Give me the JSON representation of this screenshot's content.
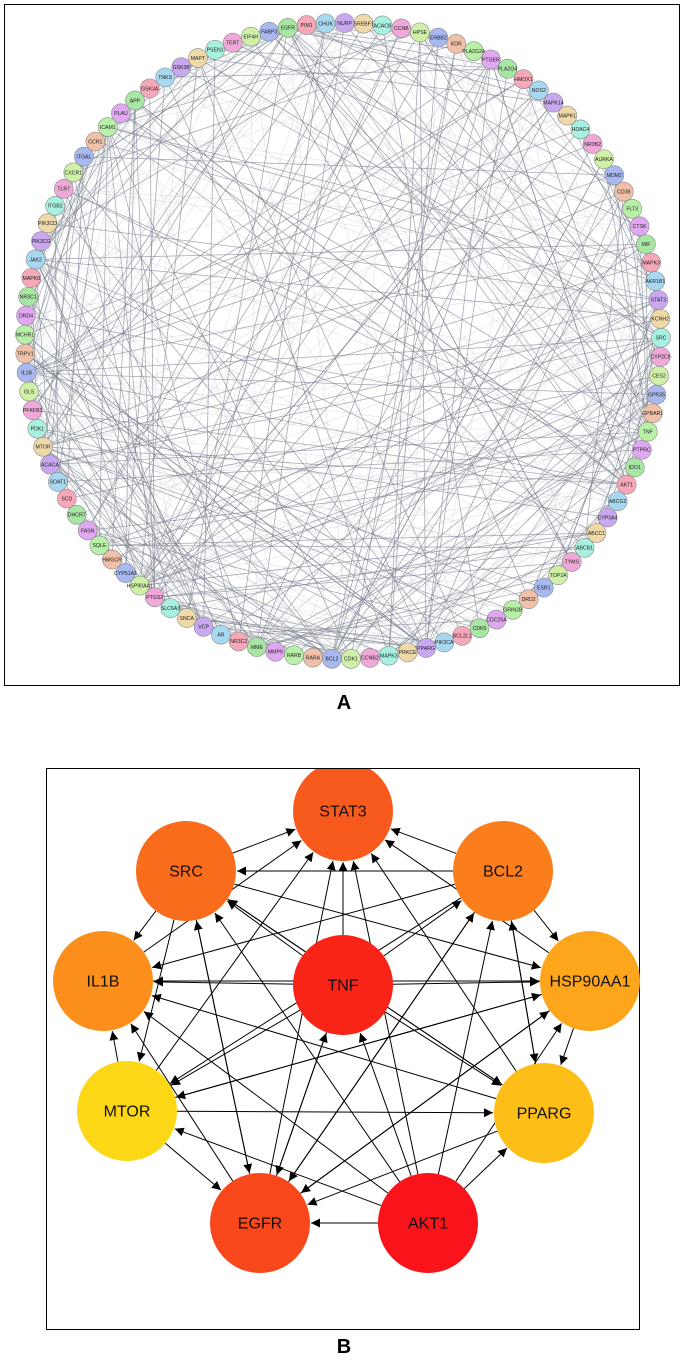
{
  "panel_labels": {
    "a": "A",
    "b": "B"
  },
  "network_a": {
    "nodes": [
      "EGFR",
      "PIM1",
      "CHUK",
      "NURP",
      "SREBF1",
      "ACACB",
      "CCNB",
      "HPSE",
      "ERBB2",
      "KDR",
      "PLA2G2A",
      "PTGER",
      "PLA2G4",
      "HMOX1",
      "NOS2",
      "MAPK14",
      "MAPK1",
      "HDAC4",
      "NR3B2",
      "AURKA",
      "MDM2",
      "CD38",
      "FLT3",
      "CTSK",
      "MIF",
      "MAPK3",
      "AKR1B1",
      "STAT3",
      "KCNH2",
      "SRC",
      "CYP2C9",
      "CES2",
      "GPR35",
      "GPBAR1",
      "TNF",
      "PTPRC",
      "IDO1",
      "AKT1",
      "ABCG2",
      "CYP3A4",
      "ABCC1",
      "ABCB1",
      "TYMS",
      "TOP2A",
      "ESR1",
      "DRD2",
      "GRIN2B",
      "CDC25A",
      "CDK5",
      "BCL2L1",
      "PIK3CA",
      "PPARG",
      "PRKCE",
      "MAPK3",
      "CCNB2",
      "CDK1",
      "BCL2",
      "RARA",
      "RARB",
      "MMP9",
      "MME",
      "NR3C2",
      "AR",
      "VCP",
      "SNCA",
      "SLC6A3",
      "PTGS2",
      "HSP90AA1",
      "CYP51A1",
      "HMGCR",
      "SQLE",
      "FASN",
      "DHCR7",
      "SCD",
      "SOAT1",
      "ACACA",
      "MTOR",
      "PDK1",
      "PFKFB3",
      "GLS",
      "IL1B",
      "TRPV1",
      "MCHR1",
      "DRD4",
      "NR3C1",
      "MAPK8",
      "JAK2",
      "PIK3CG",
      "PIK3CD",
      "ITGB2",
      "TLR7",
      "CXCR1",
      "ITGAL",
      "CCR1",
      "ICAM1",
      "PLAU",
      "APP",
      "GSK3A",
      "TNKS",
      "GSK3B",
      "MAPT",
      "PSEN1",
      "TERT",
      "EIF4H",
      "FABP3"
    ],
    "palette": [
      "#a8e6a3",
      "#f7a8b8",
      "#a8d8f0",
      "#c9a8f0",
      "#f0d9a8",
      "#a8f0e0",
      "#f0a8d8",
      "#d0f0a8",
      "#a8b8f0",
      "#f0c0a8",
      "#b8f0a8",
      "#e0a8f0"
    ]
  },
  "network_b": {
    "nodes": [
      {
        "id": "STAT3",
        "label": "STAT3",
        "color": "#f75a1c"
      },
      {
        "id": "BCL2",
        "label": "BCL2",
        "color": "#fb7d1c"
      },
      {
        "id": "HSP90AA1",
        "label": "HSP90AA1",
        "color": "#fda51b"
      },
      {
        "id": "PPARG",
        "label": "PPARG",
        "color": "#fdbe17"
      },
      {
        "id": "AKT1",
        "label": "AKT1",
        "color": "#f8141a"
      },
      {
        "id": "EGFR",
        "label": "EGFR",
        "color": "#f9471c"
      },
      {
        "id": "MTOR",
        "label": "MTOR",
        "color": "#fbd715"
      },
      {
        "id": "IL1B",
        "label": "IL1B",
        "color": "#fc8f1c"
      },
      {
        "id": "SRC",
        "label": "SRC",
        "color": "#f96c1c"
      },
      {
        "id": "TNF",
        "label": "TNF",
        "color": "#f82418"
      }
    ],
    "edges": [
      [
        "SRC",
        "STAT3"
      ],
      [
        "BCL2",
        "STAT3"
      ],
      [
        "TNF",
        "STAT3"
      ],
      [
        "HSP90AA1",
        "STAT3"
      ],
      [
        "AKT1",
        "STAT3"
      ],
      [
        "EGFR",
        "STAT3"
      ],
      [
        "MTOR",
        "STAT3"
      ],
      [
        "IL1B",
        "STAT3"
      ],
      [
        "PPARG",
        "STAT3"
      ],
      [
        "BCL2",
        "SRC"
      ],
      [
        "BCL2",
        "IL1B"
      ],
      [
        "BCL2",
        "HSP90AA1"
      ],
      [
        "BCL2",
        "MTOR"
      ],
      [
        "BCL2",
        "EGFR"
      ],
      [
        "BCL2",
        "PPARG"
      ],
      [
        "SRC",
        "IL1B"
      ],
      [
        "SRC",
        "HSP90AA1"
      ],
      [
        "SRC",
        "PPARG"
      ],
      [
        "SRC",
        "EGFR"
      ],
      [
        "SRC",
        "MTOR"
      ],
      [
        "HSP90AA1",
        "IL1B"
      ],
      [
        "HSP90AA1",
        "PPARG"
      ],
      [
        "HSP90AA1",
        "EGFR"
      ],
      [
        "HSP90AA1",
        "MTOR"
      ],
      [
        "TNF",
        "IL1B"
      ],
      [
        "TNF",
        "HSP90AA1"
      ],
      [
        "TNF",
        "EGFR"
      ],
      [
        "TNF",
        "MTOR"
      ],
      [
        "TNF",
        "PPARG"
      ],
      [
        "TNF",
        "SRC"
      ],
      [
        "TNF",
        "BCL2"
      ],
      [
        "MTOR",
        "IL1B"
      ],
      [
        "MTOR",
        "EGFR"
      ],
      [
        "MTOR",
        "PPARG"
      ],
      [
        "MTOR",
        "HSP90AA1"
      ],
      [
        "PPARG",
        "IL1B"
      ],
      [
        "PPARG",
        "EGFR"
      ],
      [
        "PPARG",
        "SRC"
      ],
      [
        "PPARG",
        "BCL2"
      ],
      [
        "AKT1",
        "EGFR"
      ],
      [
        "AKT1",
        "TNF"
      ],
      [
        "AKT1",
        "MTOR"
      ],
      [
        "AKT1",
        "IL1B"
      ],
      [
        "AKT1",
        "PPARG"
      ],
      [
        "AKT1",
        "HSP90AA1"
      ],
      [
        "AKT1",
        "BCL2"
      ],
      [
        "AKT1",
        "SRC"
      ],
      [
        "EGFR",
        "IL1B"
      ],
      [
        "EGFR",
        "HSP90AA1"
      ],
      [
        "EGFR",
        "BCL2"
      ],
      [
        "EGFR",
        "TNF"
      ],
      [
        "EGFR",
        "SRC"
      ],
      [
        "IL1B",
        "HSP90AA1"
      ]
    ]
  }
}
